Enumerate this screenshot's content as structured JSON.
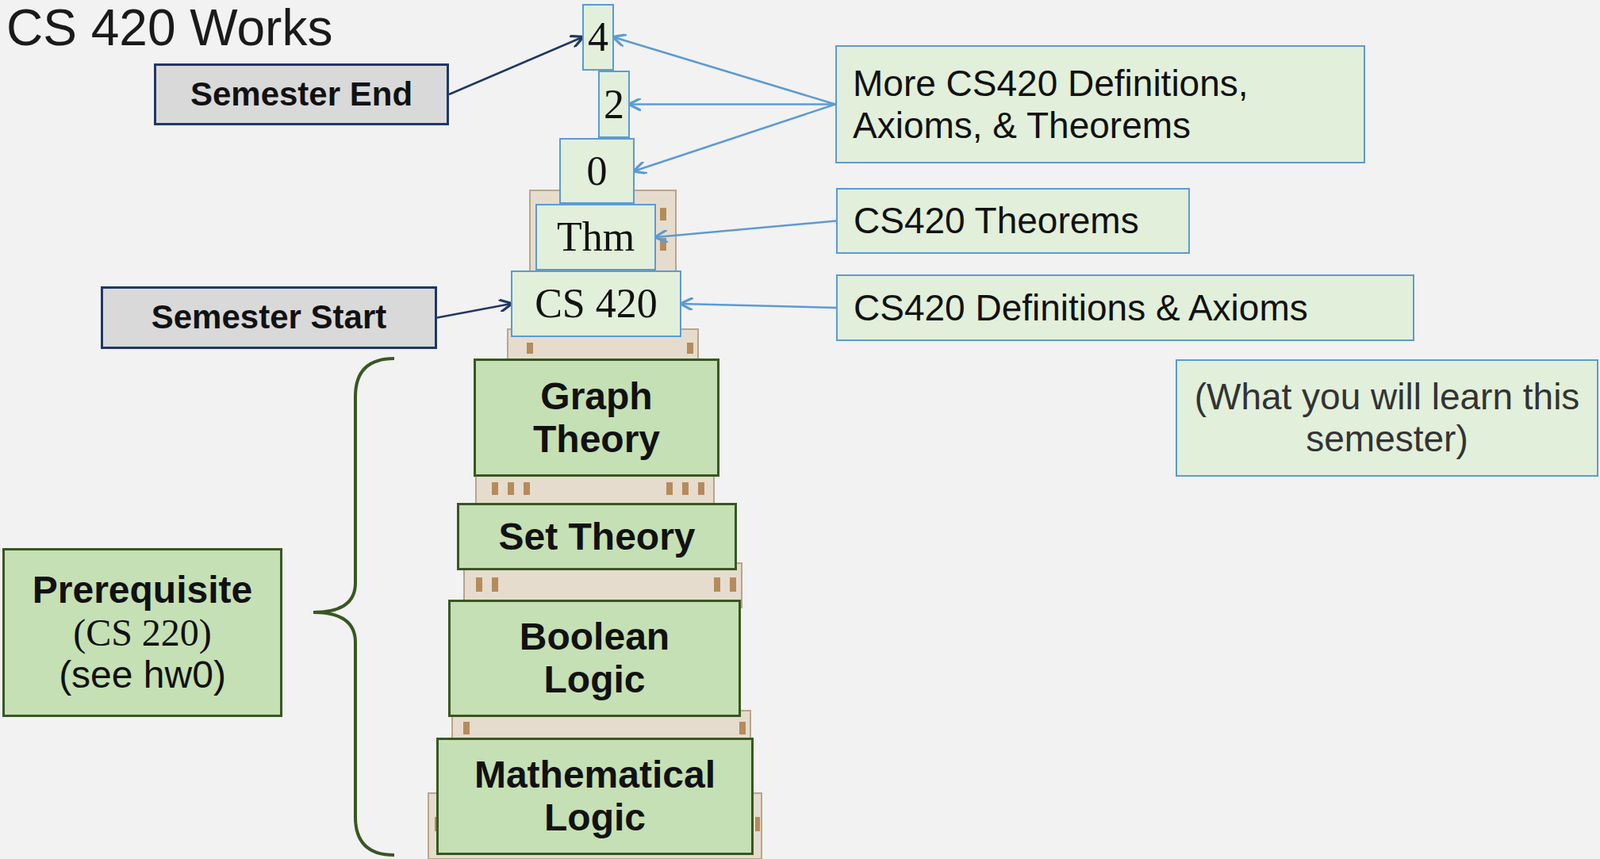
{
  "diagram": {
    "title": "CS 420 Works",
    "nodes": [
      {
        "text": [
          "4"
        ]
      },
      {
        "text": [
          "Semester End"
        ]
      },
      {
        "text": [
          "More CS420 Definitions, Axioms, & Theorems"
        ]
      },
      {
        "text": [
          "2"
        ]
      },
      {
        "text": [
          "0"
        ]
      },
      {
        "text": [
          "Thm"
        ]
      },
      {
        "text": [
          "CS420 Theorems"
        ]
      },
      {
        "text": [
          "CS 420"
        ]
      },
      {
        "text": [
          "Semester Start"
        ]
      },
      {
        "text": [
          "CS420 Definitions & Axioms"
        ]
      },
      {
        "text": [
          "Graph Theory"
        ]
      },
      {
        "text": [
          "(What you will learn this semester)"
        ]
      },
      {
        "text": [
          "Set Theory"
        ]
      },
      {
        "text": [
          "Prerequisite",
          "(CS 220)",
          "(see hw0)"
        ]
      },
      {
        "text": [
          "Boolean Logic"
        ]
      },
      {
        "text": [
          "Mathematical Logic"
        ]
      }
    ],
    "edges": [
      {
        "from": 1,
        "to": 0,
        "arrow": "to"
      },
      {
        "from": 2,
        "to": 0,
        "arrow": "to"
      },
      {
        "from": 2,
        "to": 3,
        "arrow": "to"
      },
      {
        "from": 2,
        "to": 4,
        "arrow": "to"
      },
      {
        "from": 6,
        "to": 5,
        "arrow": "to"
      },
      {
        "from": 8,
        "to": 7,
        "arrow": "to"
      },
      {
        "from": 9,
        "to": 7,
        "arrow": "to"
      }
    ]
  }
}
